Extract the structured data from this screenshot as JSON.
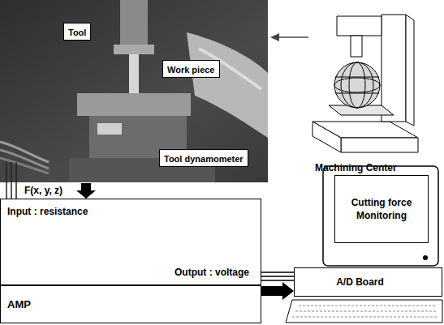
{
  "diagram": {
    "nodes": [
      {
        "text": [
          "Tool"
        ]
      },
      {
        "text": [
          "Work piece"
        ]
      },
      {
        "text": [
          "Tool dynamometer"
        ]
      },
      {
        "text": [
          "Machining Center"
        ]
      },
      {
        "text": [
          "Input : resistance",
          "Output : voltage"
        ]
      },
      {
        "text": [
          "AMP"
        ]
      },
      {
        "text": [
          "Cutting force Monitoring"
        ]
      },
      {
        "text": [
          "A/D Board"
        ]
      }
    ],
    "edges": [
      {
        "from": 4,
        "to": 7,
        "arrow": "none"
      },
      {
        "from": 5,
        "to": 7,
        "arrow": "to"
      }
    ],
    "labels": [
      "F(x, y, z)"
    ]
  }
}
